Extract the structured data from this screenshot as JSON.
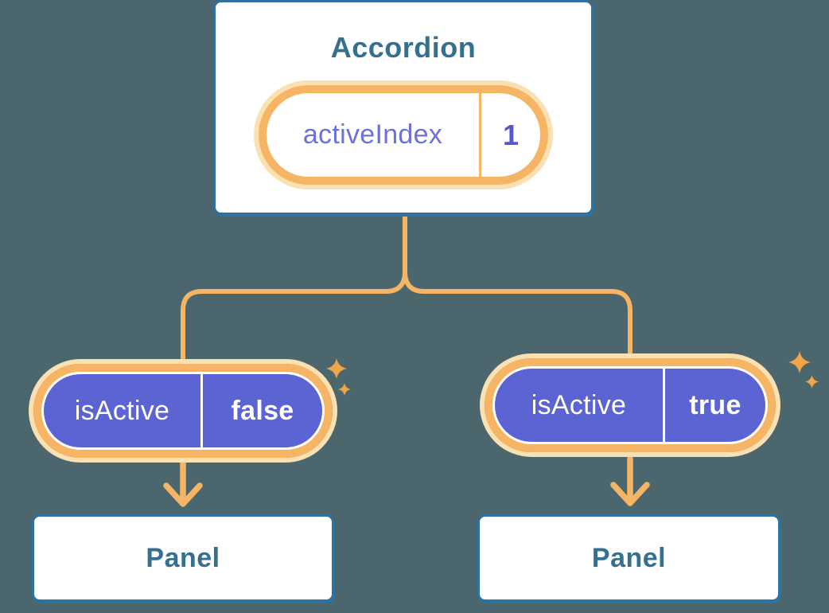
{
  "colors": {
    "background": "#4C666D",
    "box-border": "#2E72A2",
    "box-text": "#35708E",
    "orange": "#F6B565",
    "orange-glow": "#FBE0B1",
    "sparkle": "#F0A648",
    "purple": "#5C63D2",
    "purple-label": "#6C71DC",
    "purple-value": "#5459C8"
  },
  "icons": {
    "sparkle": "four-point-sparkle"
  },
  "accordion": {
    "title": "Accordion",
    "state": {
      "label": "activeIndex",
      "value": "1"
    }
  },
  "children": [
    {
      "prop": {
        "label": "isActive",
        "value": "false"
      },
      "panel": {
        "title": "Panel"
      }
    },
    {
      "prop": {
        "label": "isActive",
        "value": "true"
      },
      "panel": {
        "title": "Panel"
      }
    }
  ]
}
